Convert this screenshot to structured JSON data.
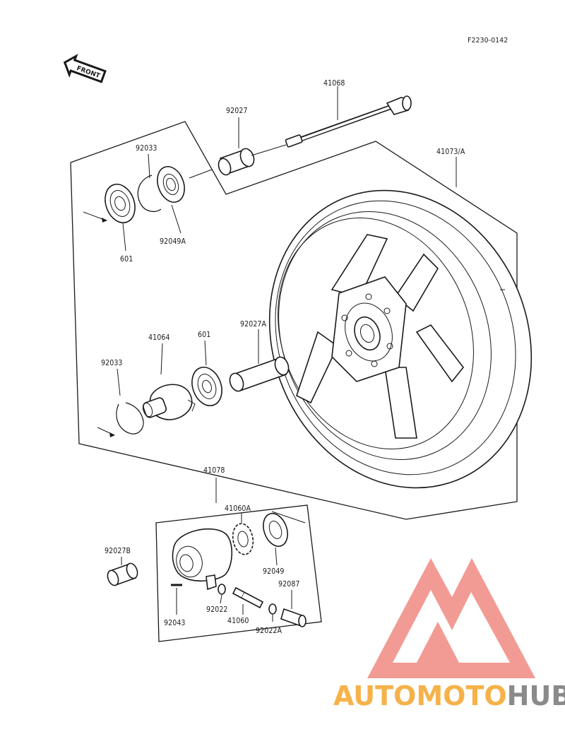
{
  "figure_code": "F2230-0142",
  "front_badge": "FRONT",
  "callouts": [
    {
      "id": "41068",
      "text": "41068"
    },
    {
      "id": "92027",
      "text": "92027"
    },
    {
      "id": "92033_top",
      "text": "92033"
    },
    {
      "id": "41073A",
      "text": "41073/A"
    },
    {
      "id": "601_top",
      "text": "601"
    },
    {
      "id": "92049A",
      "text": "92049A"
    },
    {
      "id": "92027A",
      "text": "92027A"
    },
    {
      "id": "41064",
      "text": "41064"
    },
    {
      "id": "601_mid",
      "text": "601"
    },
    {
      "id": "92033_mid",
      "text": "92033"
    },
    {
      "id": "41078",
      "text": "41078"
    },
    {
      "id": "41060A",
      "text": "41060A"
    },
    {
      "id": "92027B",
      "text": "92027B"
    },
    {
      "id": "92049",
      "text": "92049"
    },
    {
      "id": "92087",
      "text": "92087"
    },
    {
      "id": "92043",
      "text": "92043"
    },
    {
      "id": "92022",
      "text": "92022"
    },
    {
      "id": "41060",
      "text": "41060"
    },
    {
      "id": "92022A",
      "text": "92022A"
    }
  ],
  "watermark": {
    "part1": "AUTOMOTO",
    "part2": "HUB",
    "color_part1": "#f6b24a",
    "color_part2": "#8a8a8a",
    "logo_color": "#f08a82"
  }
}
